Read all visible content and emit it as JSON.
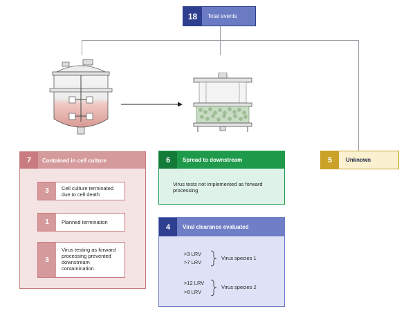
{
  "total": {
    "count": "18",
    "label": "Total events"
  },
  "contained": {
    "count": "7",
    "label": "Contained in cell culture",
    "items": [
      {
        "count": "3",
        "text": "Cell culture terminated due to cell death"
      },
      {
        "count": "1",
        "text": "Planned termination"
      },
      {
        "count": "3",
        "text": "Virus testing as forward processing prevented downstream contamination"
      }
    ]
  },
  "spread": {
    "count": "6",
    "label": "Spread to downstream",
    "text": "Virus tests not implemented as forward processing"
  },
  "unknown": {
    "count": "5",
    "label": "Unknown"
  },
  "clearance": {
    "count": "4",
    "label": "Viral clearance evaluated",
    "groups": [
      {
        "lrv": [
          ">3 LRV",
          ">7 LRV"
        ],
        "species": "Virus species 1"
      },
      {
        "lrv": [
          ">12 LRV",
          ">8 LRV"
        ],
        "species": "Virus species 2"
      }
    ]
  },
  "colors": {
    "navy": "#2e3f8f",
    "navy_light": "#6b7bc3",
    "rose": "#c97c7f",
    "rose_light": "#f3e3e3",
    "green": "#1f9a4a",
    "green_light": "#dff2ea",
    "gold": "#c9a227",
    "gold_light": "#fbf0cf",
    "lavender": "#6f7ec6",
    "lavender_light": "#dfe2f6"
  }
}
